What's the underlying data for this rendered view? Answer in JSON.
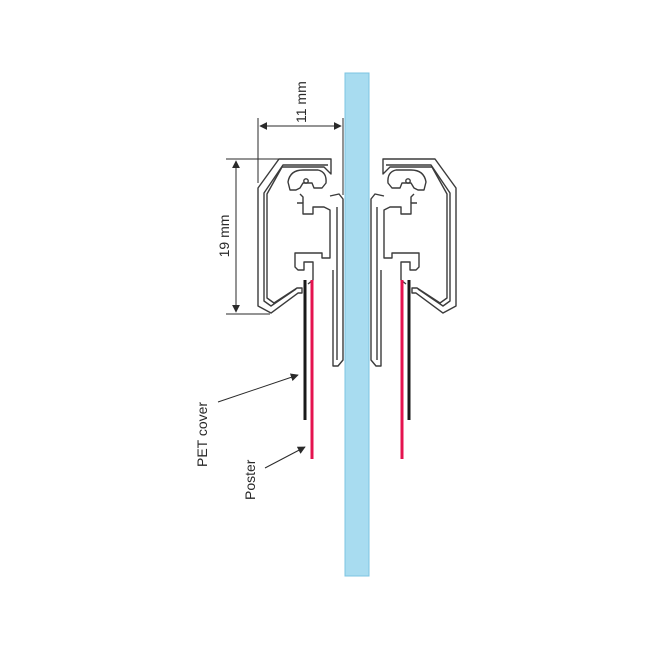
{
  "dimensions": {
    "width_label": "11 mm",
    "height_label": "19 mm"
  },
  "callouts": {
    "pet_cover": "PET cover",
    "poster": "Poster"
  },
  "colors": {
    "glass": "#a8dcf0",
    "glass_edge": "#7cc4e2",
    "profile_stroke": "#3b3b3b",
    "poster": "#e4134f",
    "pet_cover": "#1a1a1a",
    "text": "#2a2a2a",
    "dimension_line": "#2a2a2a"
  }
}
